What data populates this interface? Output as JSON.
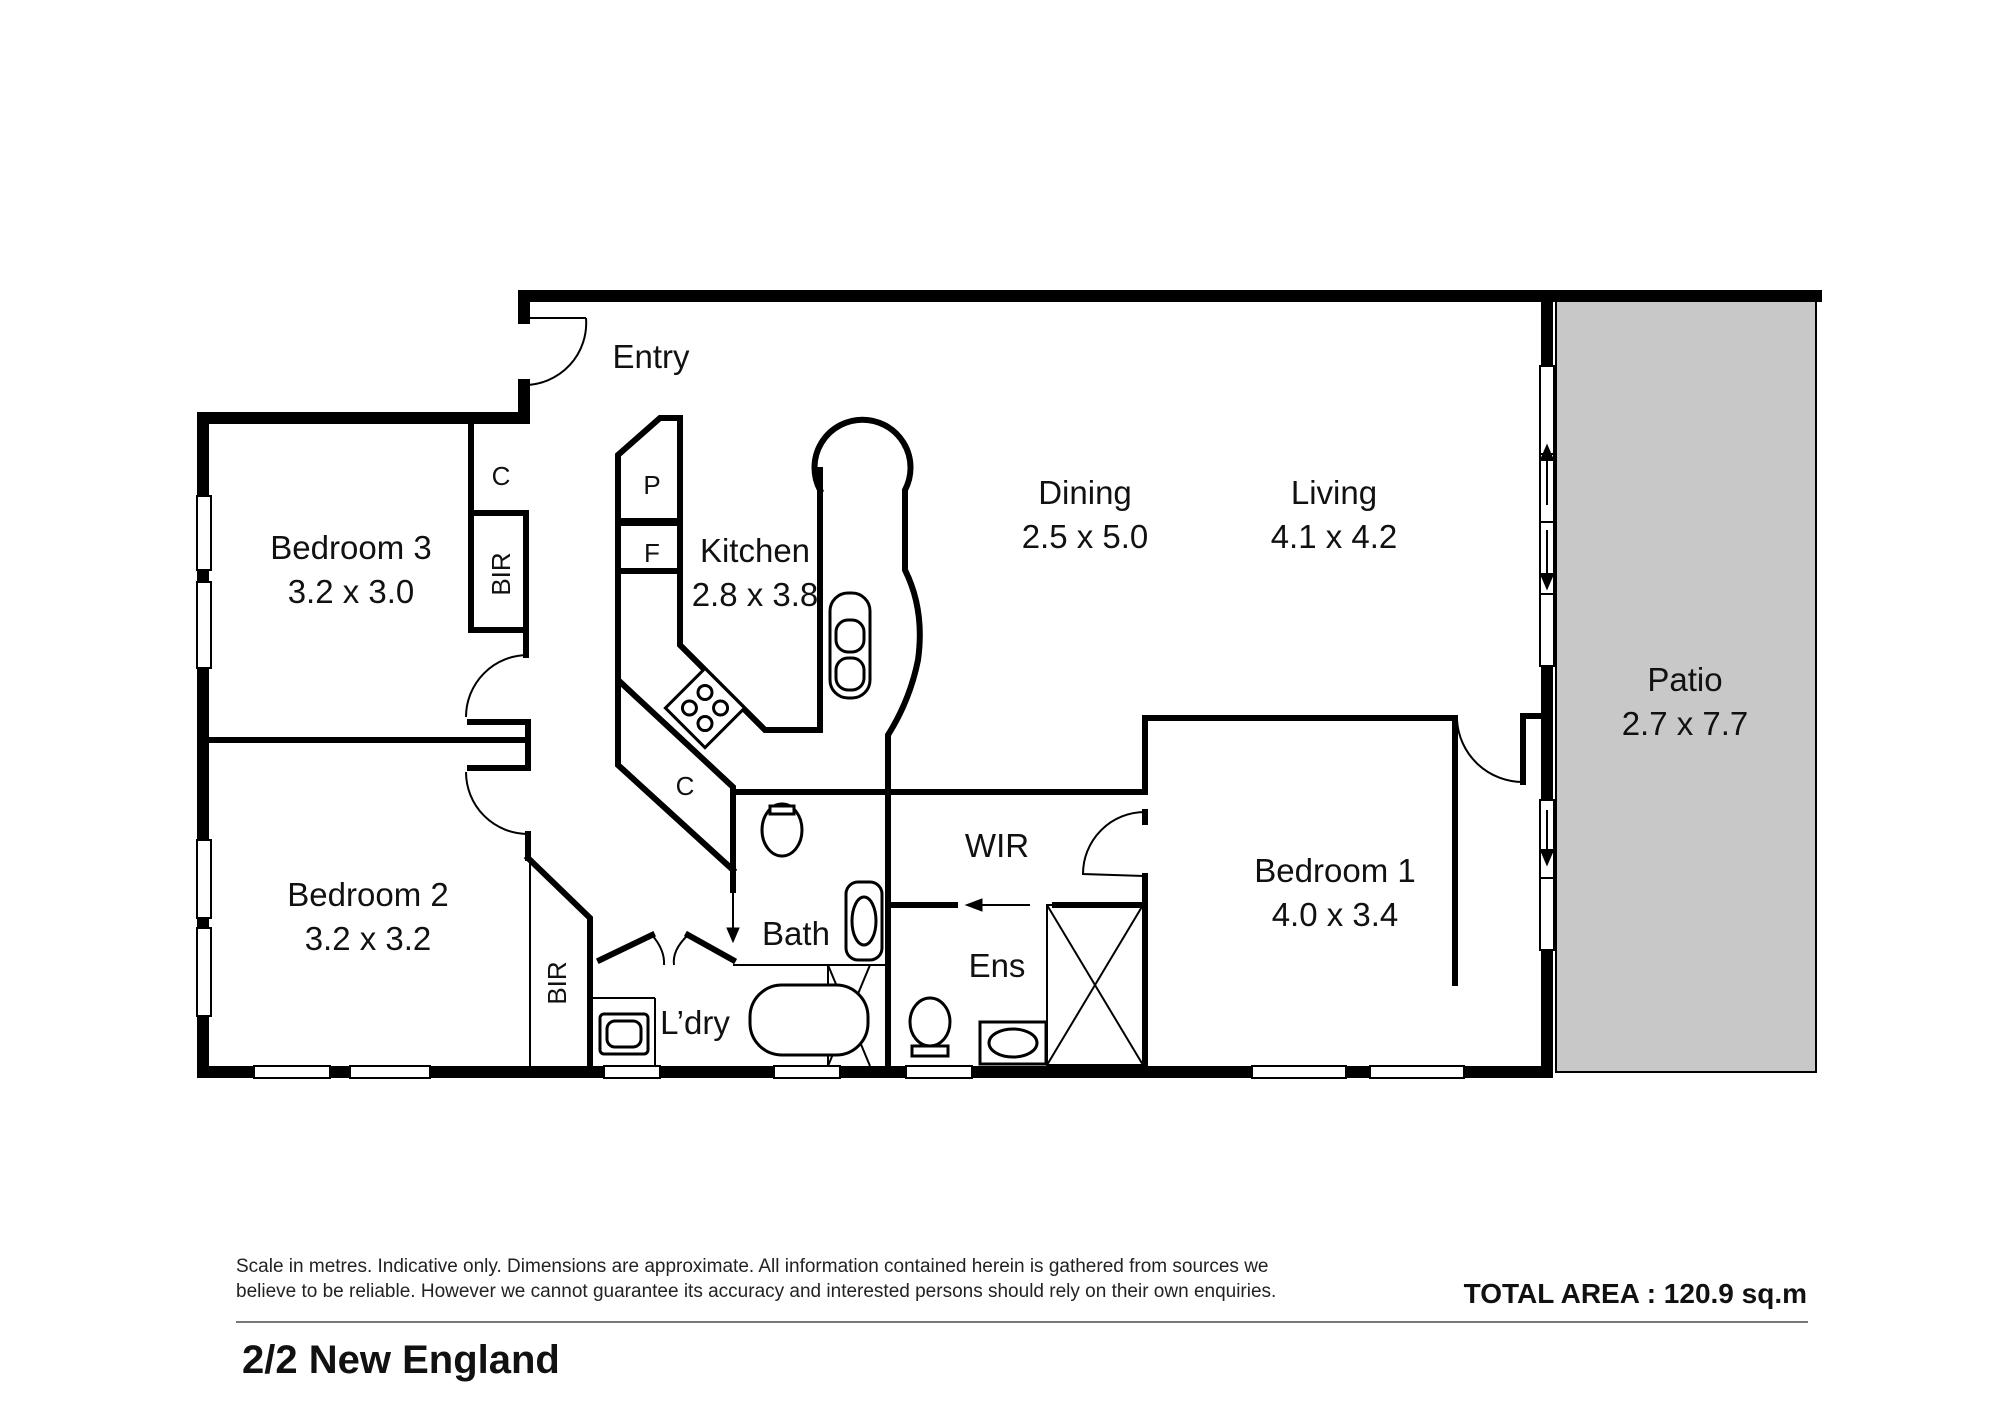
{
  "rooms": {
    "entry": {
      "name": "Entry"
    },
    "dining": {
      "name": "Dining",
      "dims": "2.5 x 5.0"
    },
    "living": {
      "name": "Living",
      "dims": "4.1 x 4.2"
    },
    "kitchen": {
      "name": "Kitchen",
      "dims": "2.8 x 3.8"
    },
    "bedroom3": {
      "name": "Bedroom 3",
      "dims": "3.2 x 3.0"
    },
    "bedroom2": {
      "name": "Bedroom 2",
      "dims": "3.2 x 3.2"
    },
    "bedroom1": {
      "name": "Bedroom 1",
      "dims": "4.0 x 3.4"
    },
    "patio": {
      "name": "Patio",
      "dims": "2.7 x 7.7"
    },
    "wir": {
      "name": "WIR"
    },
    "ens": {
      "name": "Ens"
    },
    "bath": {
      "name": "Bath"
    },
    "laundry": {
      "name": "L’dry"
    }
  },
  "small_labels": {
    "cupboard_bed3": "C",
    "bir_bed3": "BIR",
    "pantry": "P",
    "fridge": "F",
    "cupboard_kitchen": "C",
    "bir_bed2": "BIR"
  },
  "footer": {
    "disclaimer_line1": "Scale in metres. Indicative only. Dimensions are approximate. All information contained herein is gathered from sources we",
    "disclaimer_line2": "believe to be reliable. However we cannot guarantee its accuracy and interested persons should rely on their own enquiries.",
    "total_area": "TOTAL AREA :  120.9  sq.m",
    "address": "2/2 New England"
  },
  "colors": {
    "wall": "#000000",
    "patio": "#c8c8c8",
    "background": "#ffffff"
  }
}
